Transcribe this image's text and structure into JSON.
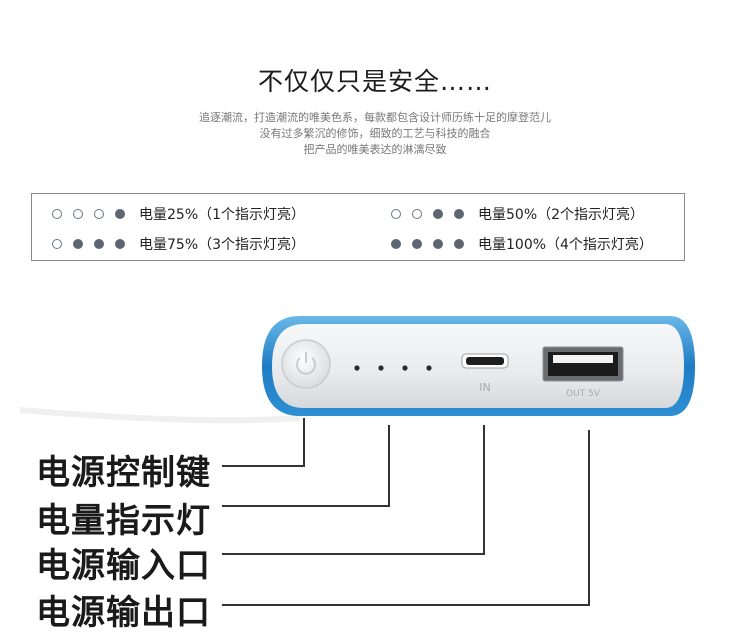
{
  "title": "不仅仅只是安全……",
  "description": [
    "追逐潮流，打造潮流的唯美色系，每款都包含设计师历练十足的摩登范儿",
    "没有过多繁沉的修饰，细致的工艺与科技的融合",
    "把产品的唯美表达的淋漓尽致"
  ],
  "indicator_legend": [
    {
      "lit": 1,
      "total": 4,
      "label": "电量25%（1个指示灯亮）"
    },
    {
      "lit": 2,
      "total": 4,
      "label": "电量50%（2个指示灯亮）"
    },
    {
      "lit": 3,
      "total": 4,
      "label": "电量75%（3个指示灯亮）"
    },
    {
      "lit": 4,
      "total": 4,
      "label": "电量100%（4个指示灯亮）"
    }
  ],
  "device": {
    "port_in_label": "IN",
    "port_out_label": "OUT 5V"
  },
  "callouts": [
    {
      "label": "电源控制键"
    },
    {
      "label": "电量指示灯"
    },
    {
      "label": "电源输入口"
    },
    {
      "label": "电源输出口"
    }
  ],
  "colors": {
    "indicator_on": "#5d6672",
    "device_shell": "#2f8fd0",
    "device_face": "#eceef0"
  }
}
